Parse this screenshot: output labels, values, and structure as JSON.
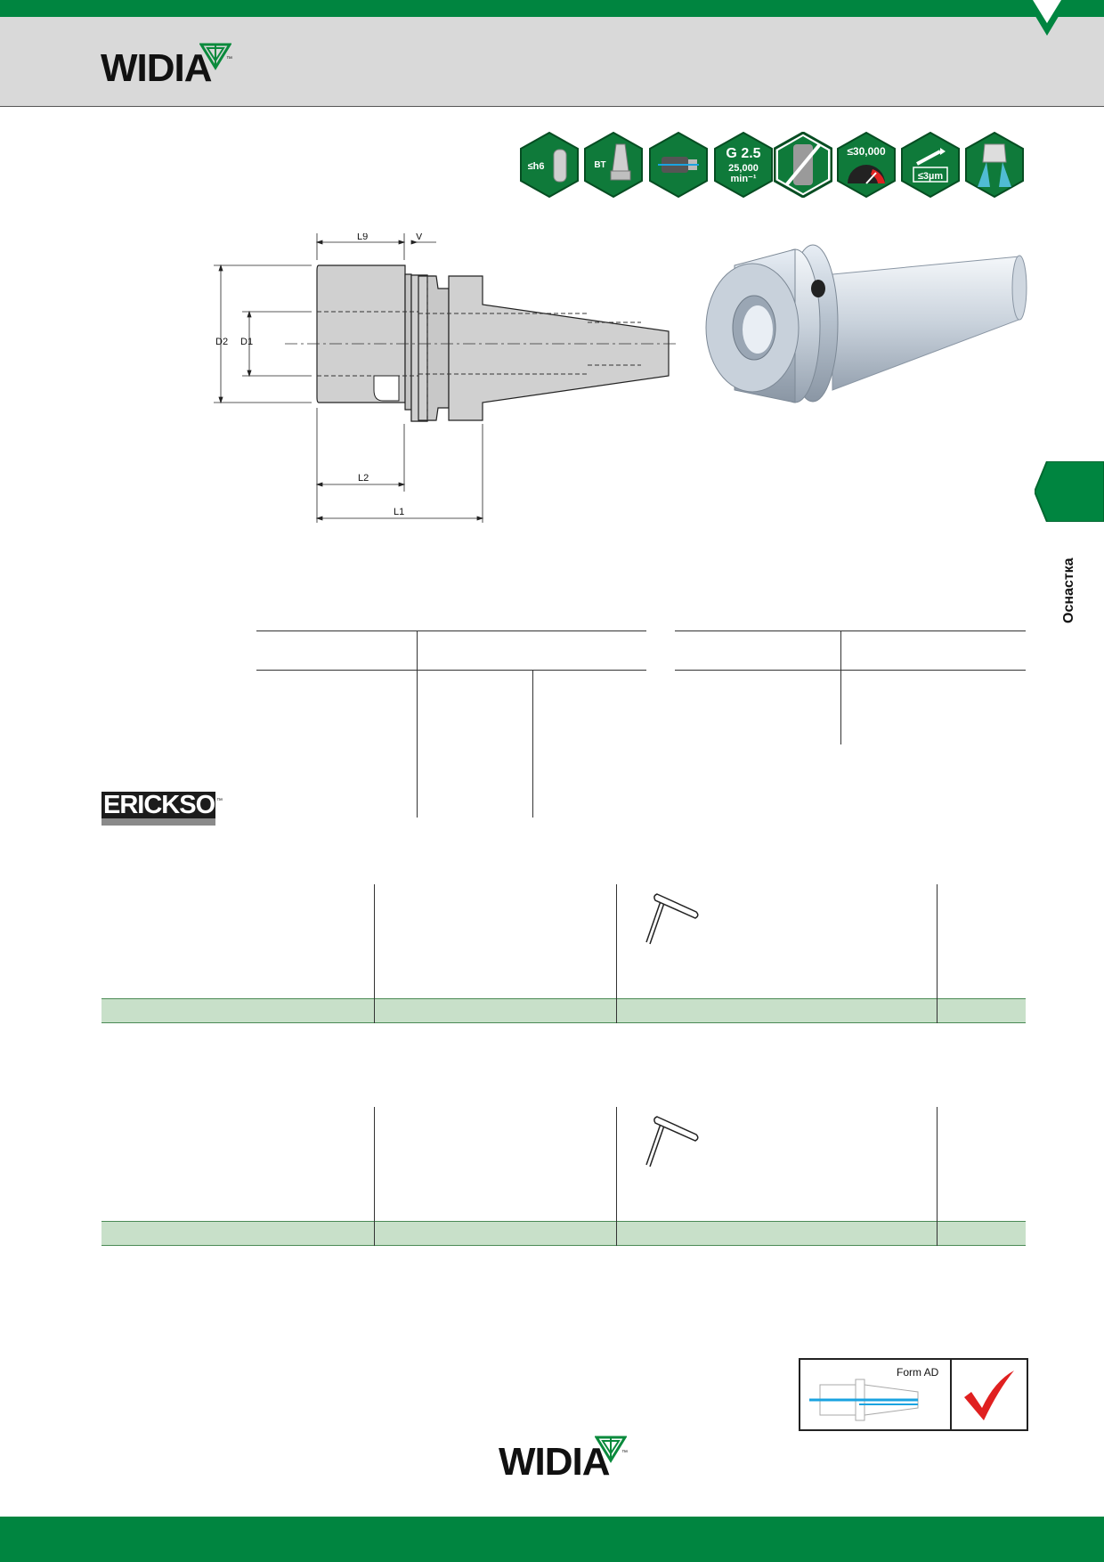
{
  "header": {
    "brand": "WIDIA",
    "trademark": "™"
  },
  "feature_icons": [
    {
      "name": "shank-tolerance-icon",
      "label": "≤h6"
    },
    {
      "name": "bt-taper-icon",
      "label": "BT"
    },
    {
      "name": "coolant-through-icon",
      "label": ""
    },
    {
      "name": "balance-grade-icon",
      "label_1": "G 2.5",
      "label_2": "25,000",
      "label_3": "min⁻¹"
    },
    {
      "name": "no-coolant-icon",
      "label": ""
    },
    {
      "name": "max-rpm-icon",
      "label": "≤30,000"
    },
    {
      "name": "runout-icon",
      "label": "≤3µm"
    },
    {
      "name": "coolant-spray-icon",
      "label": ""
    }
  ],
  "drawing": {
    "dimensions": {
      "L9": "L9",
      "V": "V",
      "D2": "D2",
      "D1": "D1",
      "L2": "L2",
      "L1": "L1"
    }
  },
  "side_tab": {
    "label": "Оснастка",
    "color": "#008540"
  },
  "partner_logo": {
    "text": "ERICKSON",
    "trademark": "™"
  },
  "coolant_form": {
    "label": "Form AD"
  },
  "footer": {
    "brand": "WIDIA",
    "trademark": "™"
  },
  "colors": {
    "brand_green": "#008540",
    "header_grey": "#d9d9d9",
    "row_green": "#c8e0c9",
    "check_red": "#e02020",
    "coolant_blue": "#1aa3e0"
  }
}
